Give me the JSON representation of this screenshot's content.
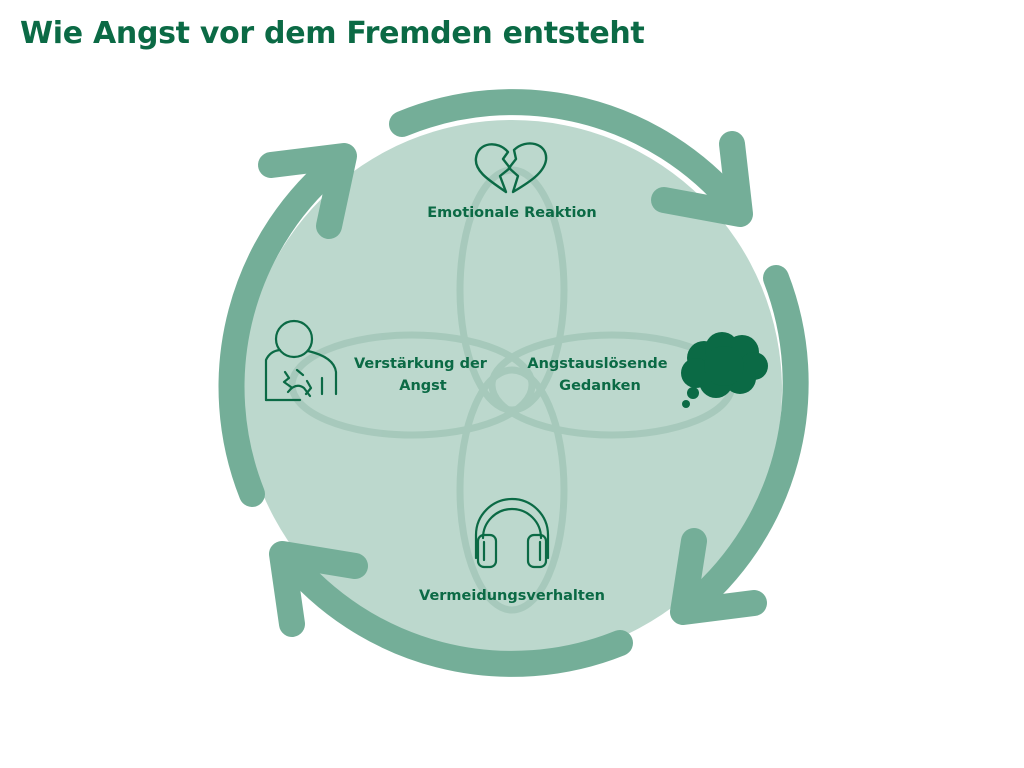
{
  "title": "Wie Angst vor dem Fremden entsteht",
  "colors": {
    "heading": "#0b6a45",
    "circle_fill": "#bcd8cd",
    "arrow": "#74ae98",
    "icon": "#0b6a45"
  },
  "stages": [
    {
      "id": "emotional",
      "lines": [
        "Emotionale Reaktion"
      ],
      "icon": "broken-heart-icon"
    },
    {
      "id": "thoughts",
      "lines": [
        "Angstauslösende",
        "Gedanken"
      ],
      "icon": "thought-cloud-icon"
    },
    {
      "id": "avoidance",
      "lines": [
        "Vermeidungsverhalten"
      ],
      "icon": "headphones-icon"
    },
    {
      "id": "reinforcement",
      "lines": [
        "Verstärkung der",
        "Angst"
      ],
      "icon": "anxious-person-icon"
    }
  ]
}
